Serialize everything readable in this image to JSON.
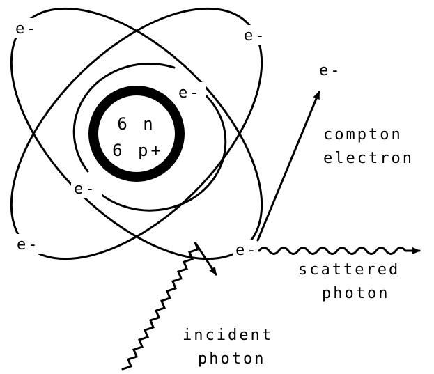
{
  "nucleus": {
    "neutrons": "6 n",
    "protons": "6 p+"
  },
  "electron_label": "e-",
  "labels": {
    "compton_line1": "compton",
    "compton_line2": "electron",
    "scattered_line1": "scattered",
    "scattered_line2": "photon",
    "incident_line1": "incident",
    "incident_line2": "photon"
  },
  "colors": {
    "ink": "#000000",
    "background": "#ffffff"
  }
}
